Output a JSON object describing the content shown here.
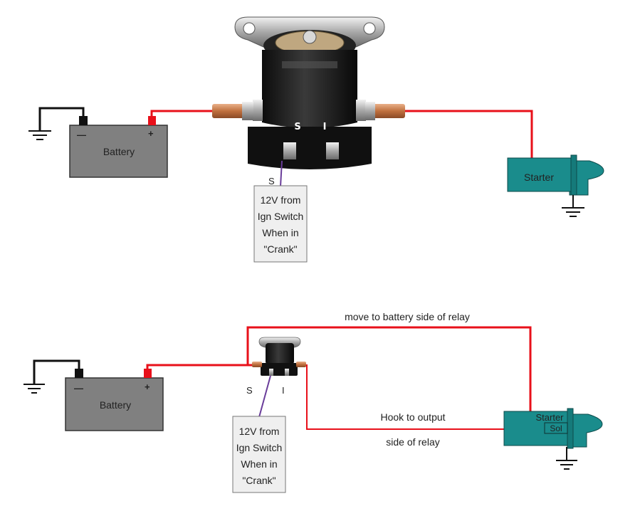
{
  "top_diagram": {
    "battery": {
      "label": "Battery",
      "neg": "—",
      "pos": "+"
    },
    "solenoid": {
      "s_terminal": "S",
      "i_terminal": "I"
    },
    "s_wire_label": "S",
    "ign_box": [
      "12V from",
      "Ign Switch",
      "When in",
      "\"Crank\""
    ],
    "starter": {
      "label": "Starter"
    }
  },
  "bottom_diagram": {
    "battery": {
      "label": "Battery",
      "neg": "—",
      "pos": "+"
    },
    "s_label": "S",
    "i_label": "I",
    "ign_box": [
      "12V from",
      "Ign Switch",
      "When in",
      "\"Crank\""
    ],
    "note_move": "move to battery side of relay",
    "note_hook_1": "Hook to output",
    "note_hook_2": "side  of relay",
    "starter": {
      "label": "Starter",
      "sol_label": "Sol"
    }
  },
  "colors": {
    "wire_red": "#e8101a",
    "wire_purple": "#6a3d9a",
    "battery": "#808080",
    "starter": "#1a8c8c"
  }
}
